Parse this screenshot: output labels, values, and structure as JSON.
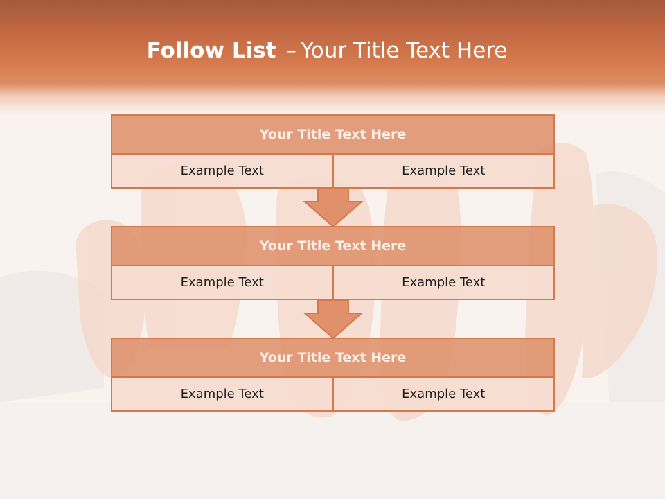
{
  "slide": {
    "title_bold": "Follow List",
    "title_dash": "–",
    "title_rest": "Your Title Text Here"
  },
  "steps": [
    {
      "title": "Your Title Text Here",
      "left": "Example Text",
      "right": "Example Text"
    },
    {
      "title": "Your Title Text Here",
      "left": "Example Text",
      "right": "Example Text"
    },
    {
      "title": "Your Title Text Here",
      "left": "Example Text",
      "right": "Example Text"
    }
  ],
  "colors": {
    "header": "#d77c4f",
    "box_title": "#de926c",
    "box_cell": "#f6dcd0",
    "border": "#d4794e"
  },
  "icons": [
    "down-arrow-icon"
  ]
}
